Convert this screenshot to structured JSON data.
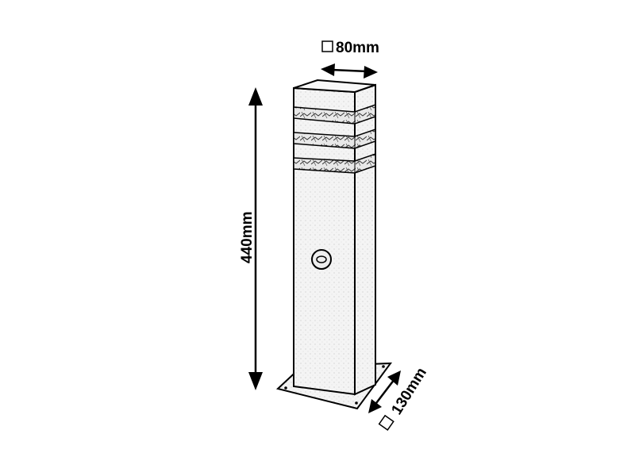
{
  "dimensions": {
    "height_label": "440mm",
    "top_width_label": "80mm",
    "base_width_label": "130mm",
    "square_symbol": "□"
  },
  "colors": {
    "line": "#000000",
    "fill": "#f2f2f2",
    "background": "#ffffff"
  }
}
